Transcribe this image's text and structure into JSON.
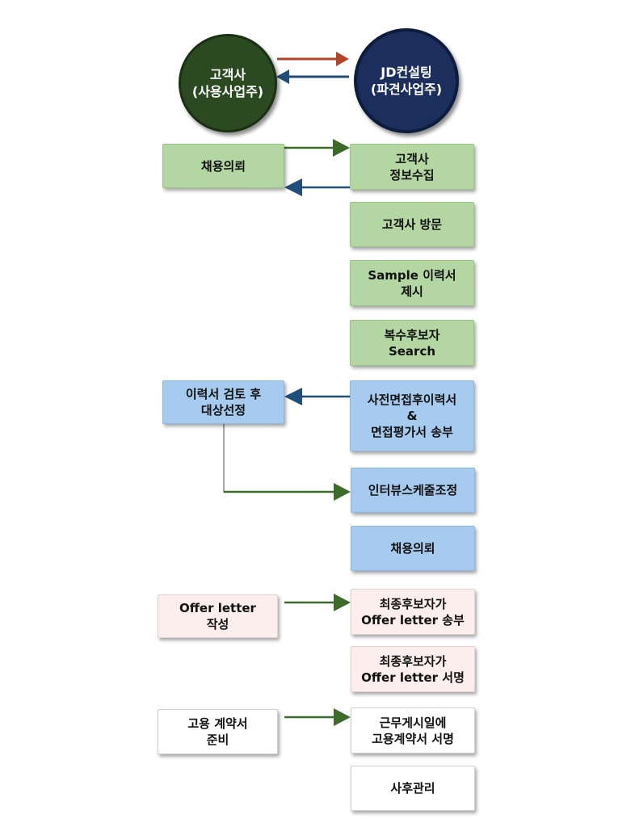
{
  "circles": {
    "client": [
      "고객사",
      "(사용사업주)"
    ],
    "consulting": [
      "JD컨설팅",
      "(파견사업주)"
    ]
  },
  "left_boxes": {
    "hire_request": [
      "채용의뢰"
    ],
    "resume_review": [
      "이력서 검토 후",
      "대상선정"
    ],
    "offer_letter": [
      "Offer letter",
      "작성"
    ],
    "contract_prep": [
      "고용 계약서",
      "준비"
    ]
  },
  "right_boxes": {
    "collect_info": [
      "고객사",
      "정보수집"
    ],
    "visit": [
      "고객사 방문"
    ],
    "sample_resume": [
      "Sample 이력서",
      "제시"
    ],
    "search": [
      "복수후보자",
      "Search"
    ],
    "send_resume": [
      "사전면접후이력서",
      "&",
      "면접평가서 송부"
    ],
    "schedule": [
      "인터뷰스케줄조정"
    ],
    "hire_request2": [
      "채용의뢰"
    ],
    "send_offer": [
      "최종후보자가",
      "Offer letter 송부"
    ],
    "sign_offer": [
      "최종후보자가",
      "Offer letter 서명"
    ],
    "sign_contract": [
      "근무게시일에",
      "고용계약서 서명"
    ],
    "aftercare": [
      "사후관리"
    ]
  },
  "colors": {
    "client_circle": "#2c4a22",
    "consulting_circle": "#1c2f5c",
    "arrow_red": "#b5432a",
    "arrow_navy": "#1f4e79",
    "arrow_green": "#3d6b2a",
    "box_green": "#b3d6a3",
    "box_blue": "#a7cbee",
    "box_pink": "#fdeeee",
    "box_white": "#ffffff"
  }
}
